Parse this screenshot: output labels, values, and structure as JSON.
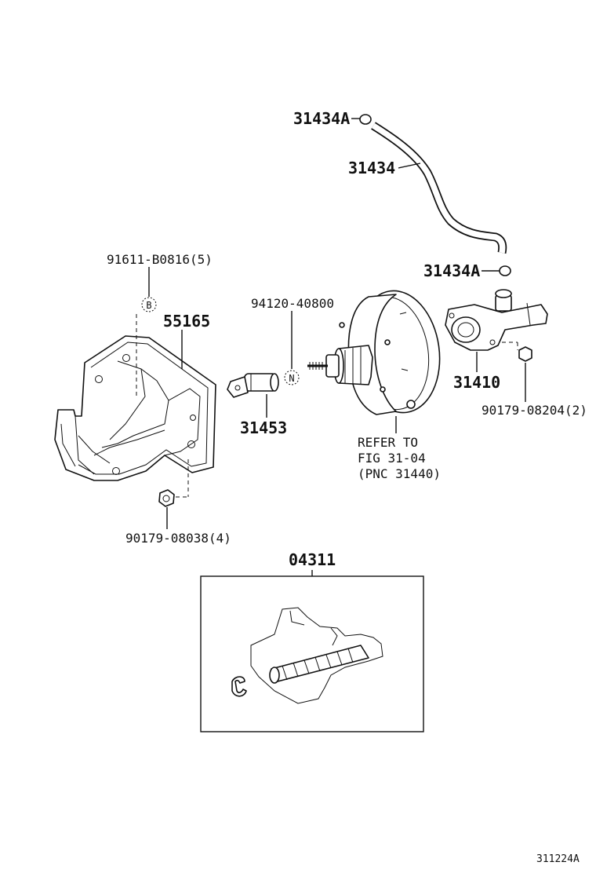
{
  "labels": {
    "clamp_upper": "31434A",
    "hose": "31434",
    "clamp_lower": "31434A",
    "bolt_bracket": "91611-B0816(5)",
    "bolt_marker": "B",
    "bracket": "55165",
    "clevis": "31453",
    "nut_part": "94120-40800",
    "nut_marker": "N",
    "booster_note_line1": "REFER TO",
    "booster_note_line2": "FIG 31-04",
    "booster_note_line3": "(PNC 31440)",
    "master_cylinder": "31410",
    "nut_master_cylinder": "90179-08204(2)",
    "nut_bracket": "90179-08038(4)",
    "repair_kit": "04311",
    "figure_id": "311224A"
  }
}
